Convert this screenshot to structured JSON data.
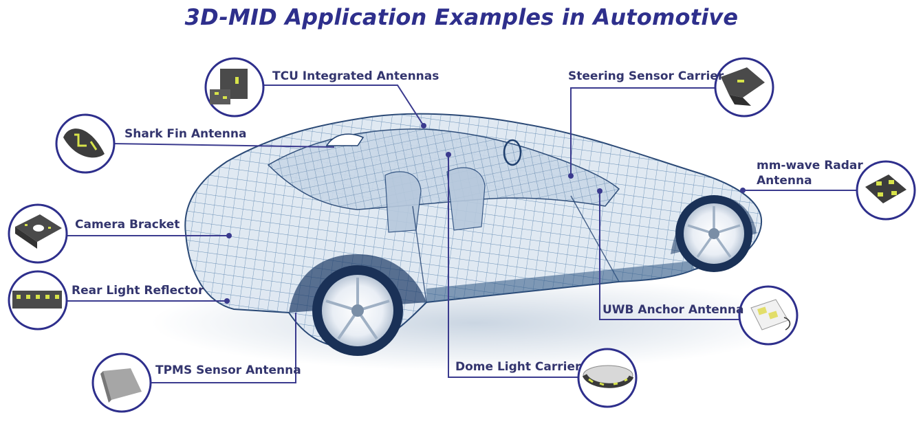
{
  "title": "3D-MID Application Examples in Automotive",
  "colors": {
    "title": "#2e2f8c",
    "callout_line": "#3a3a8e",
    "label": "#33356e",
    "car_mesh": "#3f6ea0"
  },
  "callouts": [
    {
      "id": "tcu",
      "label": "TCU Integrated Antennas",
      "icon": "tcu-antenna-module-icon"
    },
    {
      "id": "shark",
      "label": "Shark Fin Antenna",
      "icon": "shark-fin-antenna-icon"
    },
    {
      "id": "camera",
      "label": "Camera Bracket",
      "icon": "camera-bracket-icon"
    },
    {
      "id": "rear",
      "label": "Rear Light Reflector",
      "icon": "rear-light-reflector-icon"
    },
    {
      "id": "tpms",
      "label": "TPMS Sensor Antenna",
      "icon": "tpms-sensor-antenna-icon"
    },
    {
      "id": "dome",
      "label": "Dome Light Carrier",
      "icon": "dome-light-carrier-icon"
    },
    {
      "id": "uwb",
      "label": "UWB Anchor Antenna",
      "icon": "uwb-anchor-antenna-icon"
    },
    {
      "id": "radar",
      "label": "mm-wave Radar\nAntenna",
      "label_line1": "mm-wave Radar",
      "label_line2": "Antenna",
      "icon": "mm-wave-radar-antenna-icon"
    },
    {
      "id": "steering",
      "label": "Steering Sensor Carrier",
      "icon": "steering-sensor-carrier-icon"
    }
  ]
}
